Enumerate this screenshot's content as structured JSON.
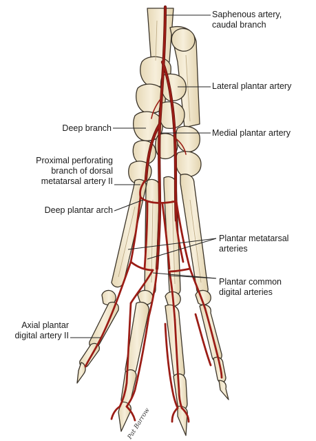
{
  "labels": {
    "saphenous": [
      "Saphenous artery,",
      "caudal branch"
    ],
    "lateral_plantar": "Lateral plantar artery",
    "deep_branch": "Deep branch",
    "medial_plantar": "Medial plantar artery",
    "proximal_perforating": [
      "Proximal perforating",
      "branch of dorsal",
      "metatarsal artery II"
    ],
    "deep_plantar_arch": "Deep plantar arch",
    "plantar_metatarsal": [
      "Plantar metatarsal",
      "arteries"
    ],
    "plantar_common_digital": [
      "Plantar common",
      "digital arteries"
    ],
    "axial_plantar": [
      "Axial plantar",
      "digital artery II"
    ]
  },
  "signature": "Pat Barrow",
  "colors": {
    "bone_fill": "#f4ead2",
    "bone_shade": "#e3d5b3",
    "bone_outline": "#3a3328",
    "artery": "#9b1d16",
    "artery_dark": "#5e0f0b",
    "leader": "#222222"
  }
}
